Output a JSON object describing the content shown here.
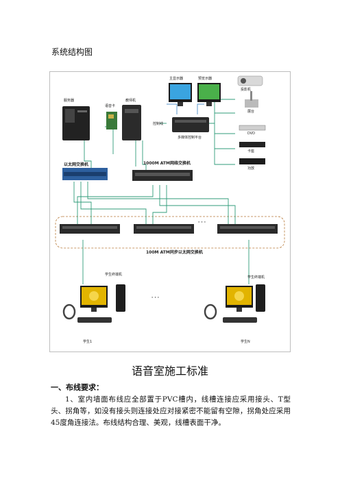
{
  "heading": "系统结构图",
  "diagram": {
    "server": "服务器",
    "voice_card": "语音卡",
    "teacher_pc": "教师机",
    "main_display": "主显示器",
    "preview_display": "预览示器",
    "projector": "投影机",
    "booth": "展台",
    "dvd": "DVD",
    "tape": "卡座",
    "power_amp": "功放",
    "control_line": "控制线",
    "media_console": "多媒体控制平台",
    "ethernet_switch": "以太网交换机",
    "atm_switch": "1000M ATM网络交换机",
    "sync_switch": "100M ATM同步以太网交换机",
    "ellipsis": "· · ·",
    "student_terminal_1": "学生终端机",
    "student_terminal_n": "学生终端机",
    "student_1": "学生1",
    "student_n": "学生N"
  },
  "section_title": "语音室施工标准",
  "sub_heading": "一、布线要求：",
  "paragraph": "1、室内墙面布线应全部置于PVC槽内，线槽连接应采用接头、T型头、拐角等，如没有接头则连接处应对接紧密不能留有空隙，拐角处应采用45度角连接法。布线结构合理、美观，线槽表面干净。"
}
